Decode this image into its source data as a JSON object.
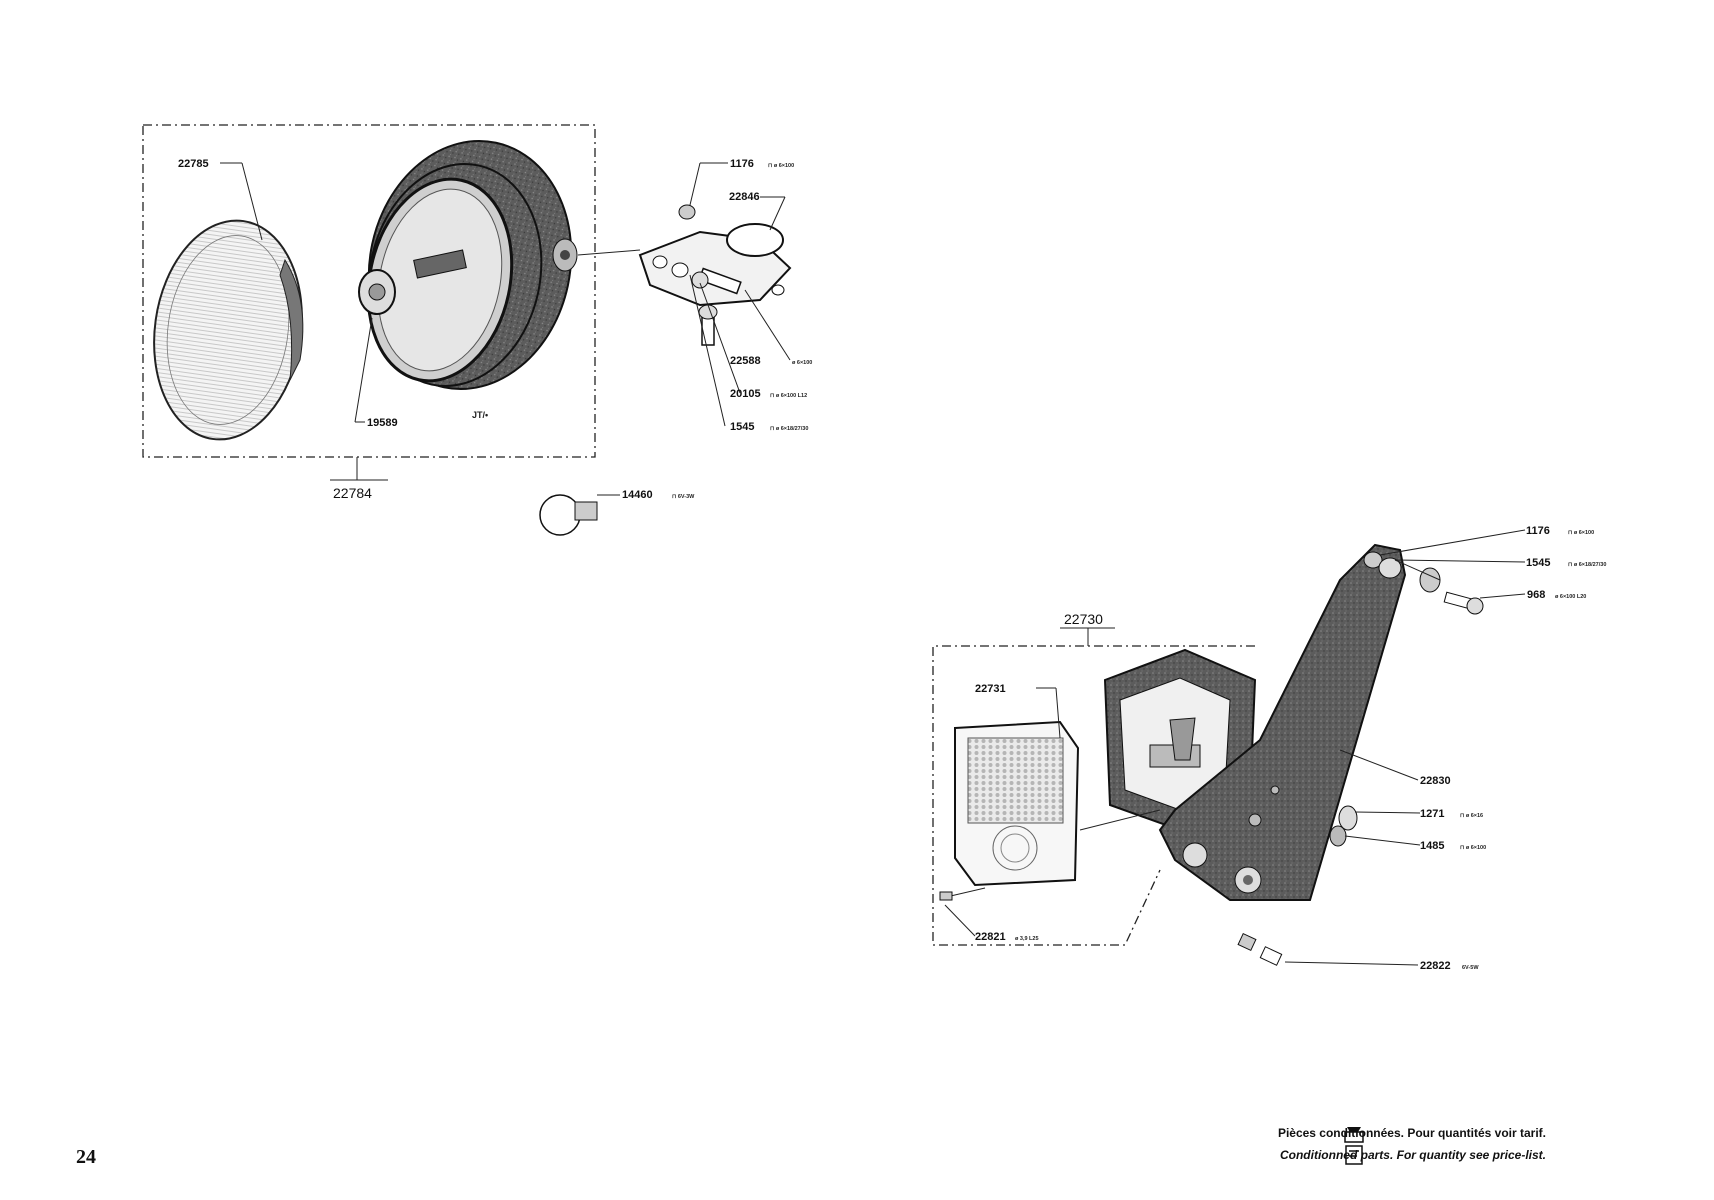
{
  "page_number": "24",
  "footnote": {
    "fr": "Pièces conditionnées. Pour quantités voir tarif.",
    "en": "Conditionned parts. For quantity see price-list."
  },
  "headlamp": {
    "assembly": "22784",
    "parts": {
      "p22785": "22785",
      "p19589": "19589",
      "p1176": "1176",
      "p22846": "22846",
      "p22588": "22588",
      "p20105": "20105",
      "p1545": "1545",
      "p14460": "14460"
    }
  },
  "taillamp": {
    "assembly": "22730",
    "parts": {
      "p22731": "22731",
      "p22821": "22821",
      "p1176": "1176",
      "p1545": "1545",
      "p968": "968",
      "p22830": "22830",
      "p1271": "1271",
      "p1485": "1485",
      "p22822": "22822"
    }
  },
  "icons": [
    "bag-icon"
  ]
}
